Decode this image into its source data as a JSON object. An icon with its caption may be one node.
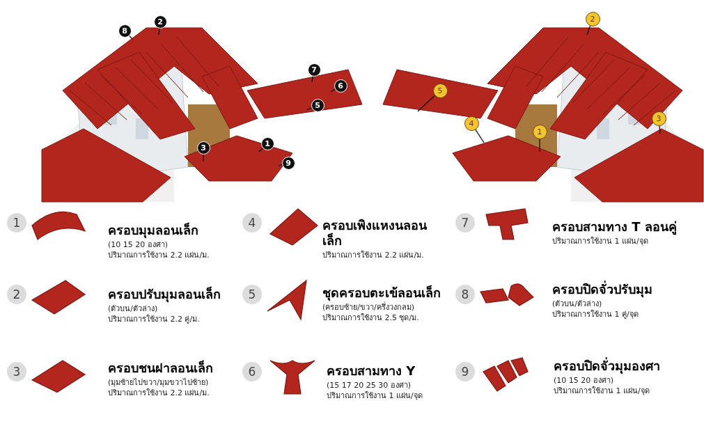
{
  "diagram": {
    "nodes": [
      {
        "text": [
          "8"
        ]
      },
      {
        "text": [
          "2"
        ]
      },
      {
        "text": [
          "7"
        ]
      },
      {
        "text": [
          "6"
        ]
      },
      {
        "text": [
          "5"
        ]
      },
      {
        "text": [
          "1"
        ]
      },
      {
        "text": [
          "9"
        ]
      },
      {
        "text": [
          "3"
        ]
      },
      {
        "text": [
          "2"
        ]
      },
      {
        "text": [
          "5"
        ]
      },
      {
        "text": [
          "4"
        ]
      },
      {
        "text": [
          "1"
        ]
      },
      {
        "text": [
          "3"
        ]
      },
      {
        "text": [
          "1"
        ],
        "beside": [
          "ครอบมุมลอนเล็ก",
          "(10 15 20 องศา)",
          "ปริมาณการใช้งาน 2.2 แผ่น/ม."
        ]
      },
      {
        "text": [
          "2"
        ],
        "beside": [
          "ครอบปรับมุมลอนเล็ก",
          "(ตัวบน/ตัวล่าง)",
          "ปริมาณการใช้งาน 2.2 คู่/ม."
        ]
      },
      {
        "text": [
          "3"
        ],
        "beside": [
          "ครอบชนฝาลอนเล็ก",
          "(มุมซ้ายไปขวา/มุมขวาไปซ้าย)",
          "ปริมาณการใช้งาน 2.2 แผ่น/ม."
        ]
      },
      {
        "text": [
          "4"
        ],
        "beside": [
          "ครอบเพิงแหงนลอนเล็ก",
          "ปริมาณการใช้งาน 2.2 แผ่น/ม."
        ]
      },
      {
        "text": [
          "5"
        ],
        "beside": [
          "ชุดครอบตะเข้ลอนเล็ก",
          "(ครอบซ้าย/ขวา/ครึ่งวงกลม)",
          "ปริมาณการใช้งาน 2.5 ชุด/ม."
        ]
      },
      {
        "text": [
          "6"
        ],
        "beside": [
          "ครอบสามทาง Y",
          "(15 17 20 25 30 องศา)",
          "ปริมาณการใช้งาน 1 แผ่น/จุด"
        ]
      },
      {
        "text": [
          "7"
        ],
        "beside": [
          "ครอบสามทาง T ลอนคู่",
          "ปริมาณการใช้งาน 1 แผ่น/จุด"
        ]
      },
      {
        "text": [
          "8"
        ],
        "beside": [
          "ครอบปิดจั่วปรับมุม",
          "(ตัวบน/ตัวล่าง)",
          "ปริมาณการใช้งาน 1 คู่/จุด"
        ]
      },
      {
        "text": [
          "9"
        ],
        "beside": [
          "ครอบปิดจั่วมุมองศา",
          "(10 15 20 องศา)",
          "ปริมาณการใช้งาน 1 แผ่น/จุด"
        ]
      }
    ],
    "edges": [
      {
        "from": 0,
        "to": null,
        "arrow": "none"
      },
      {
        "from": 1,
        "to": null,
        "arrow": "none"
      },
      {
        "from": 2,
        "to": null,
        "arrow": "none"
      },
      {
        "from": 3,
        "to": null,
        "arrow": "none"
      },
      {
        "from": 4,
        "to": null,
        "arrow": "none"
      },
      {
        "from": 5,
        "to": null,
        "arrow": "none"
      },
      {
        "from": 6,
        "to": null,
        "arrow": "none"
      },
      {
        "from": 7,
        "to": null,
        "arrow": "none"
      },
      {
        "from": 8,
        "to": null,
        "arrow": "none"
      },
      {
        "from": 9,
        "to": null,
        "arrow": "none"
      },
      {
        "from": 10,
        "to": null,
        "arrow": "none"
      },
      {
        "from": 11,
        "to": null,
        "arrow": "none"
      },
      {
        "from": 12,
        "to": null,
        "arrow": "none"
      }
    ]
  }
}
